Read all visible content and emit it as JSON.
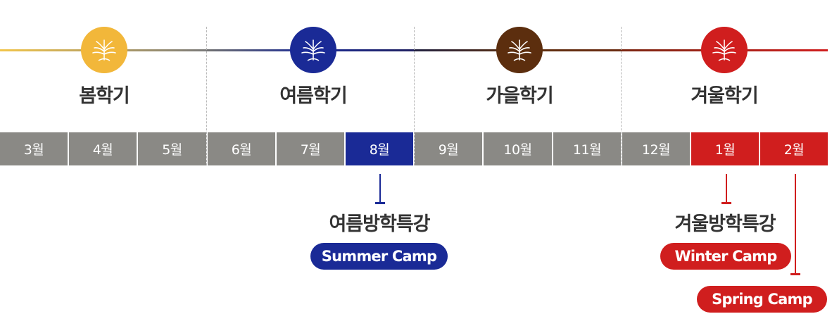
{
  "colors": {
    "spring": "#f2b73a",
    "summer": "#1a2a96",
    "autumn": "#5c2e0e",
    "winter": "#d01e1e",
    "month_default": "#8a8985"
  },
  "seasons": [
    {
      "label": "봄학기",
      "icon": "tree-icon"
    },
    {
      "label": "여름학기",
      "icon": "tree-icon"
    },
    {
      "label": "가을학기",
      "icon": "tree-icon"
    },
    {
      "label": "겨울학기",
      "icon": "tree-icon"
    }
  ],
  "months": [
    {
      "label": "3월",
      "highlight": ""
    },
    {
      "label": "4월",
      "highlight": ""
    },
    {
      "label": "5월",
      "highlight": ""
    },
    {
      "label": "6월",
      "highlight": ""
    },
    {
      "label": "7월",
      "highlight": ""
    },
    {
      "label": "8월",
      "highlight": "summer"
    },
    {
      "label": "9월",
      "highlight": ""
    },
    {
      "label": "10월",
      "highlight": ""
    },
    {
      "label": "11월",
      "highlight": ""
    },
    {
      "label": "12월",
      "highlight": ""
    },
    {
      "label": "1월",
      "highlight": "winter"
    },
    {
      "label": "2월",
      "highlight": "winter"
    }
  ],
  "events": {
    "summer": {
      "title": "여름방학특강",
      "badge": "Summer Camp"
    },
    "winter": {
      "title": "겨울방학특강",
      "badge": "Winter Camp"
    },
    "spring": {
      "badge": "Spring Camp"
    }
  }
}
